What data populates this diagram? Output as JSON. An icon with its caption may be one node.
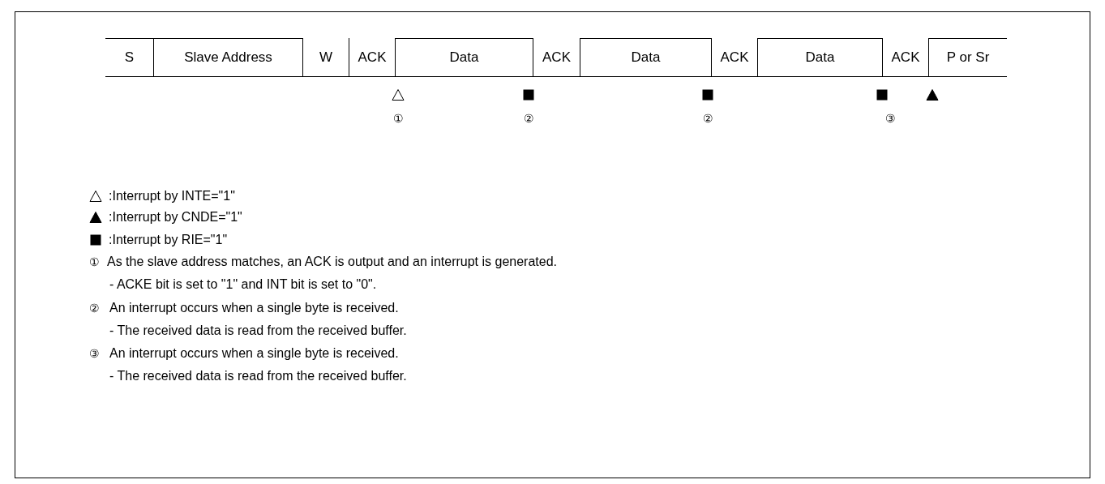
{
  "diagram": {
    "nodes": [
      {
        "text": [
          "S"
        ]
      },
      {
        "text": [
          "Slave Address"
        ]
      },
      {
        "text": [
          "W"
        ]
      },
      {
        "text": [
          "ACK"
        ]
      },
      {
        "text": [
          "Data"
        ]
      },
      {
        "text": [
          "ACK"
        ]
      },
      {
        "text": [
          "Data"
        ]
      },
      {
        "text": [
          "ACK"
        ]
      },
      {
        "text": [
          "Data"
        ]
      },
      {
        "text": [
          "ACK"
        ]
      },
      {
        "text": [
          "P or Sr"
        ]
      }
    ],
    "labels": [
      "①",
      "②",
      "②",
      "③",
      "①",
      "As the slave address matches, an ACK is output and an interrupt is generated.",
      "- ACKE bit is set to \"1\" and INT bit is set to \"0\".",
      "②",
      "An interrupt occurs when a single byte is received.",
      "- The received data is read from the received buffer.",
      "③",
      "An interrupt occurs when a single byte is received.",
      "- The received data is read from the received buffer."
    ],
    "legend": [
      {
        "text": ":Interrupt by INTE=\"1\""
      },
      {
        "text": ":Interrupt by CNDE=\"1\""
      },
      {
        "text": ":Interrupt by RIE=\"1\""
      }
    ]
  }
}
